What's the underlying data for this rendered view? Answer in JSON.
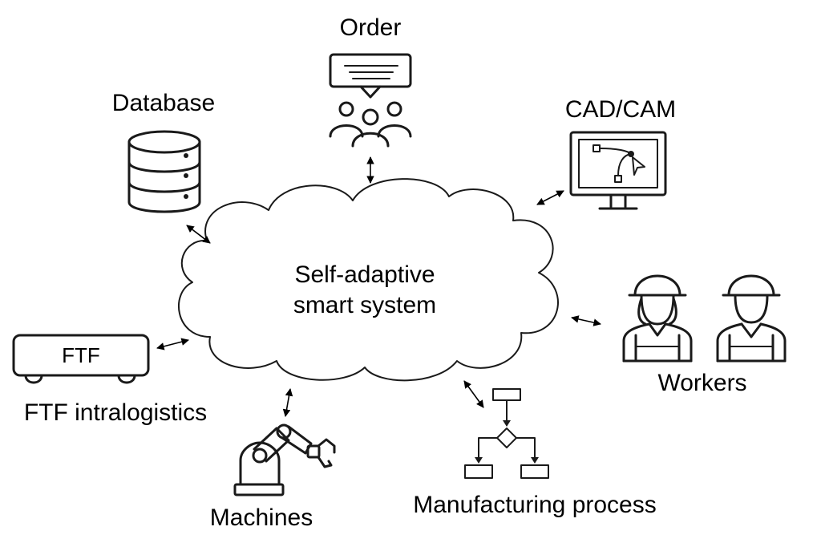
{
  "center": {
    "line1": "Self-adaptive",
    "line2": "smart system"
  },
  "nodes": {
    "order": "Order",
    "database": "Database",
    "cad_cam": "CAD/CAM",
    "workers": "Workers",
    "ftf_box": "FTF",
    "ftf_intralogistics": "FTF intralogistics",
    "machines": "Machines",
    "manufacturing_process": "Manufacturing process"
  }
}
